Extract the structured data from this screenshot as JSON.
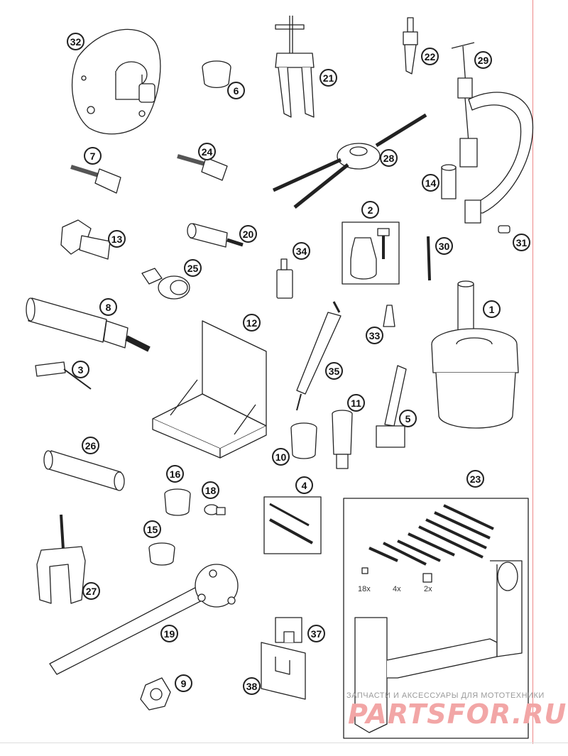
{
  "callouts": {
    "c1": "1",
    "c2": "2",
    "c3": "3",
    "c4": "4",
    "c5": "5",
    "c6": "6",
    "c7": "7",
    "c8": "8",
    "c9": "9",
    "c10": "10",
    "c11": "11",
    "c12": "12",
    "c13": "13",
    "c14": "14",
    "c15": "15",
    "c16": "16",
    "c18": "18",
    "c19": "19",
    "c20": "20",
    "c21": "21",
    "c22": "22",
    "c23": "23",
    "c24": "24",
    "c25": "25",
    "c26": "26",
    "c27": "27",
    "c28": "28",
    "c29": "29",
    "c30": "30",
    "c31": "31",
    "c32": "32",
    "c33": "33",
    "c34": "34",
    "c35": "35",
    "c37": "37",
    "c38": "38"
  },
  "kit_labels": {
    "qty18": "18x",
    "qty4": "4x",
    "qty2": "2x"
  },
  "watermark": {
    "caption": "ЗАПЧАСТИ И АКСЕССУАРЫ ДЛЯ МОТОТЕХНИКИ",
    "logo": "PARTSFOR.RU"
  },
  "colors": {
    "line": "#222222",
    "accent_line": "#e88888",
    "watermark_logo": "#f2a6a6"
  }
}
